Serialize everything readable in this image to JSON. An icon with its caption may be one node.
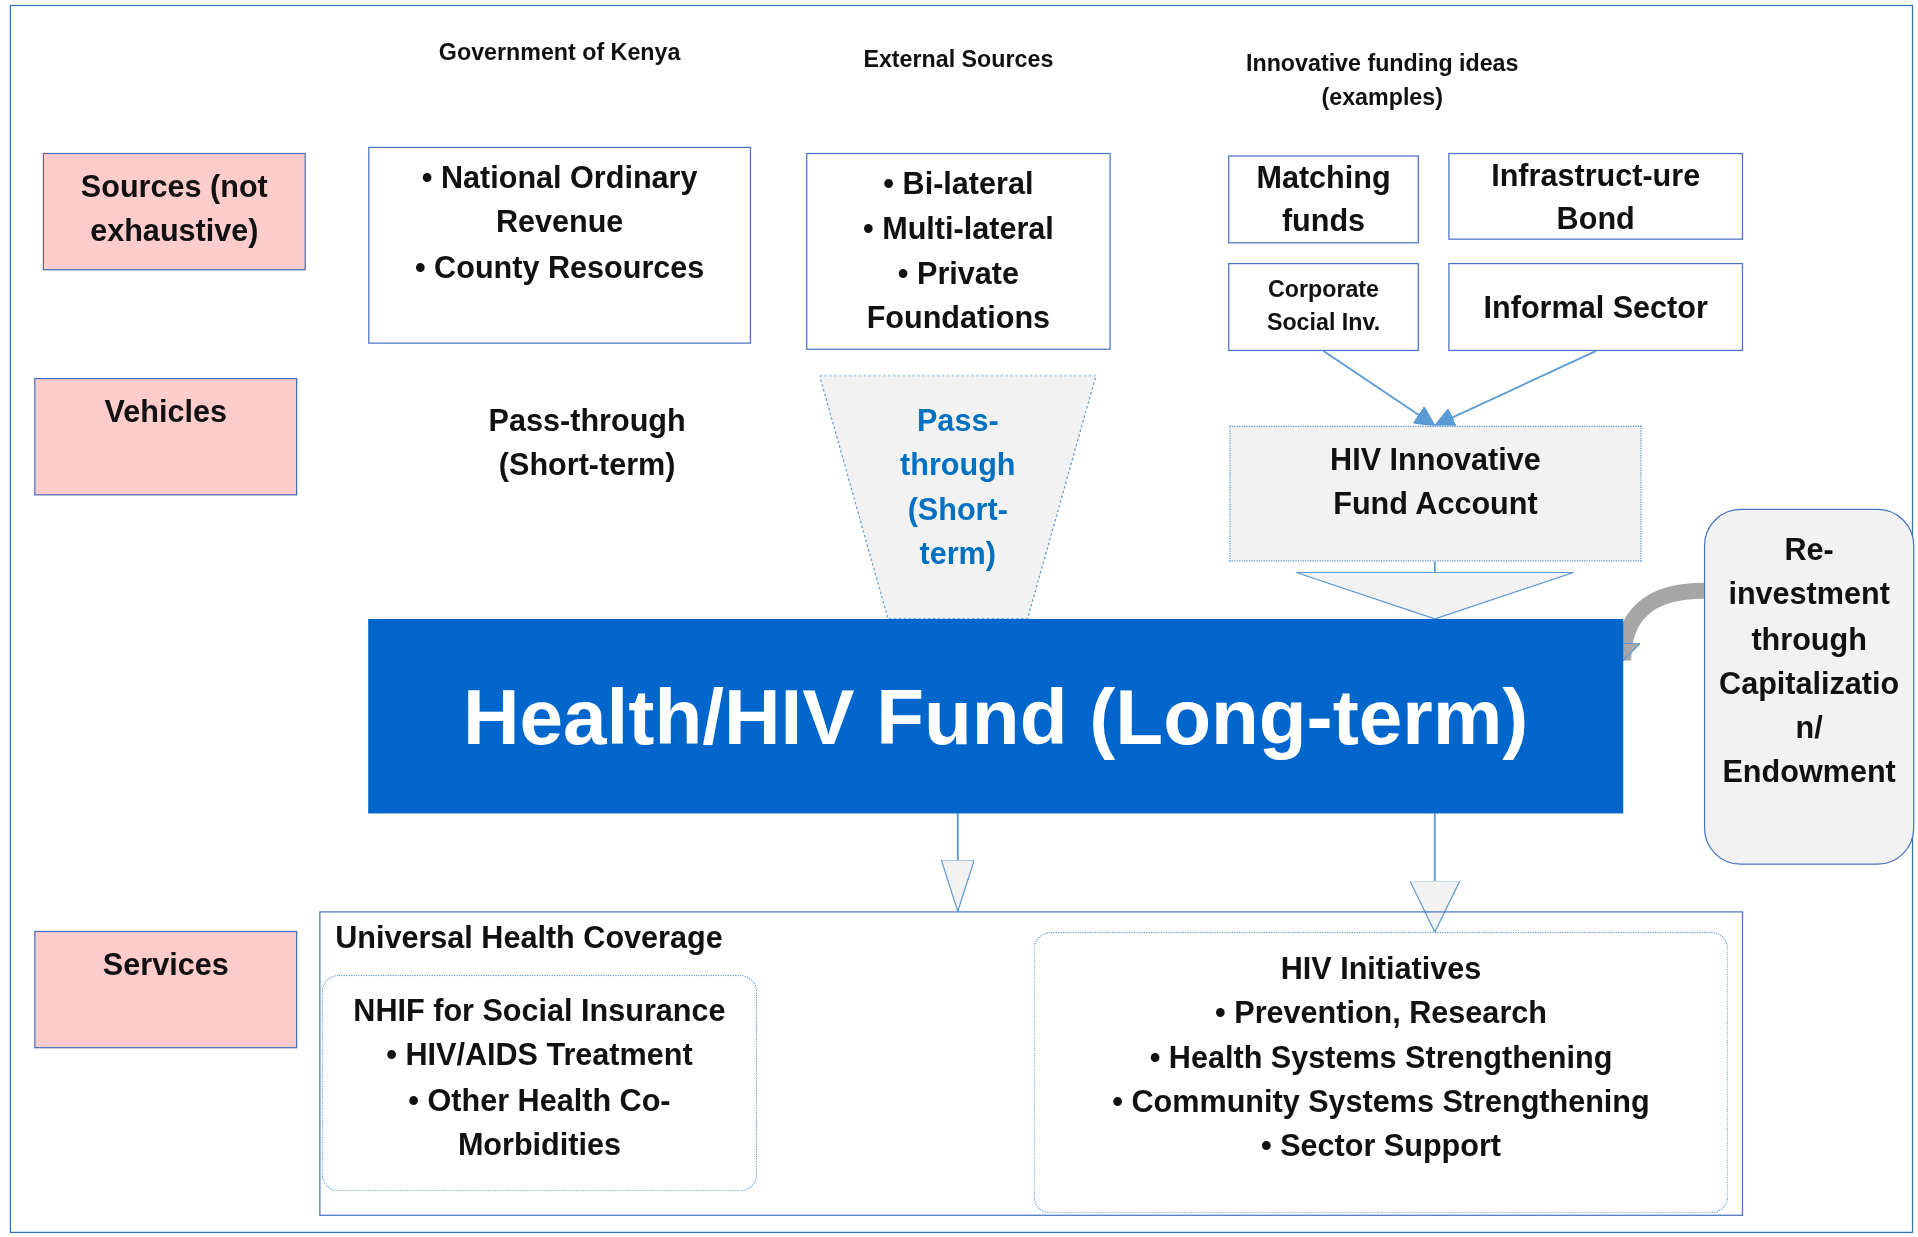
{
  "diagram": {
    "nodes": [
      {
        "text": [
          "Sources (not exhaustive)"
        ]
      },
      {
        "text": [
          "Vehicles"
        ]
      },
      {
        "text": [
          "Services"
        ]
      },
      {
        "text": [
          "Government of Kenya",
          "• National Ordinary Revenue",
          "• County Resources"
        ]
      },
      {
        "text": [
          "External Sources",
          "• Bi-lateral",
          "• Multi-lateral",
          "• Private Foundations"
        ]
      },
      {
        "text": [
          "Matching funds"
        ]
      },
      {
        "text": [
          "Infrastruct-ure Bond"
        ]
      },
      {
        "text": [
          "Corporate Social Inv."
        ]
      },
      {
        "text": [
          "Informal Sector"
        ]
      },
      {
        "text": [
          "Pass-through (Short-term)"
        ]
      },
      {
        "text": [
          "HIV Innovative Fund Account"
        ]
      },
      {
        "text": [
          "Health/HIV Fund (Long-term)"
        ]
      },
      {
        "text": [
          "Re-investment through Capitalization/ Endowment"
        ]
      },
      {
        "text": [
          "Universal Health Coverage"
        ]
      },
      {
        "text": [
          "NHIF for Social Insurance",
          "• HIV/AIDS Treatment",
          "• Other Health Co-Morbidities"
        ],
        "in": 13
      },
      {
        "text": [
          "HIV Initiatives",
          "• Prevention, Research",
          "• Health Systems Strengthening",
          "• Community Systems Strengthening",
          "• Sector Support"
        ],
        "in": 13
      }
    ],
    "edges": [
      {
        "from": 7,
        "to": 10,
        "arrow": "to"
      },
      {
        "from": 8,
        "to": 10,
        "arrow": "to"
      },
      {
        "from": 10,
        "to": 11,
        "arrow": "to"
      },
      {
        "from": 11,
        "to": 13,
        "arrow": "to"
      },
      {
        "from": 11,
        "to": 15,
        "arrow": "to"
      },
      {
        "from": 12,
        "to": 11,
        "arrow": "to",
        "style": "thick",
        "color": "#a6a6a6"
      }
    ],
    "labels": [
      "Innovative funding ideas (examples)",
      "Pass-through (Short-term)"
    ]
  }
}
